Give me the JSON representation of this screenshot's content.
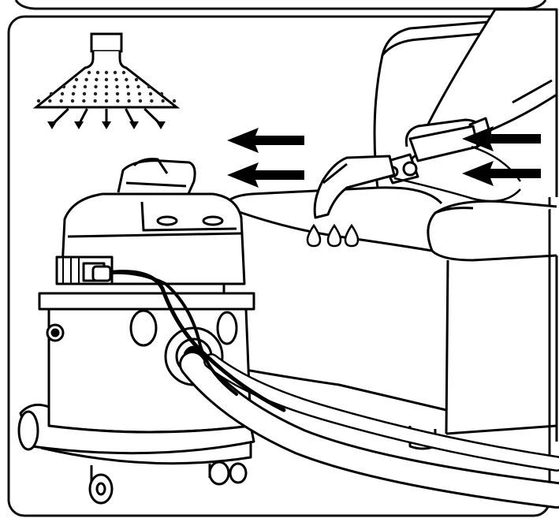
{
  "colors": {
    "ink": "#000000",
    "paper": "#ffffff",
    "frame": "#111111",
    "spray_dot": "#222222"
  },
  "icons": {
    "spray": "spray-nozzle-icon",
    "direction": "arrow-left-icon"
  },
  "counts": {
    "droplets": 3,
    "direction_arrows": 4,
    "spray_jets": 5
  }
}
